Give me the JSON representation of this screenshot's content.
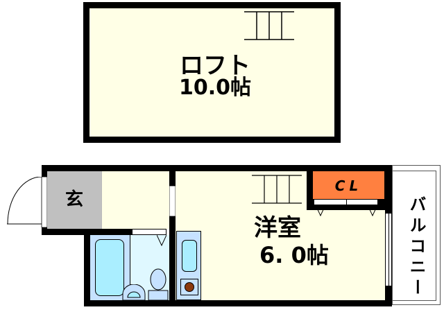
{
  "loft": {
    "name": "ロフト",
    "size": "10.0帖",
    "fill_color": "#ffffe6"
  },
  "genkan": {
    "label": "玄",
    "fill_color": "#c0c0c0"
  },
  "western_room": {
    "name": "洋室",
    "size": "6. 0帖",
    "fill_color": "#ffffe6"
  },
  "closet": {
    "label": "CL",
    "fill_color": "#ff8040"
  },
  "balcony": {
    "label": "バルコニー"
  },
  "bath": {
    "fill_color": "#c6e2ff",
    "tub_color": "#aaeeff"
  },
  "kitchen": {
    "stove_color": "#8b3a0f"
  }
}
